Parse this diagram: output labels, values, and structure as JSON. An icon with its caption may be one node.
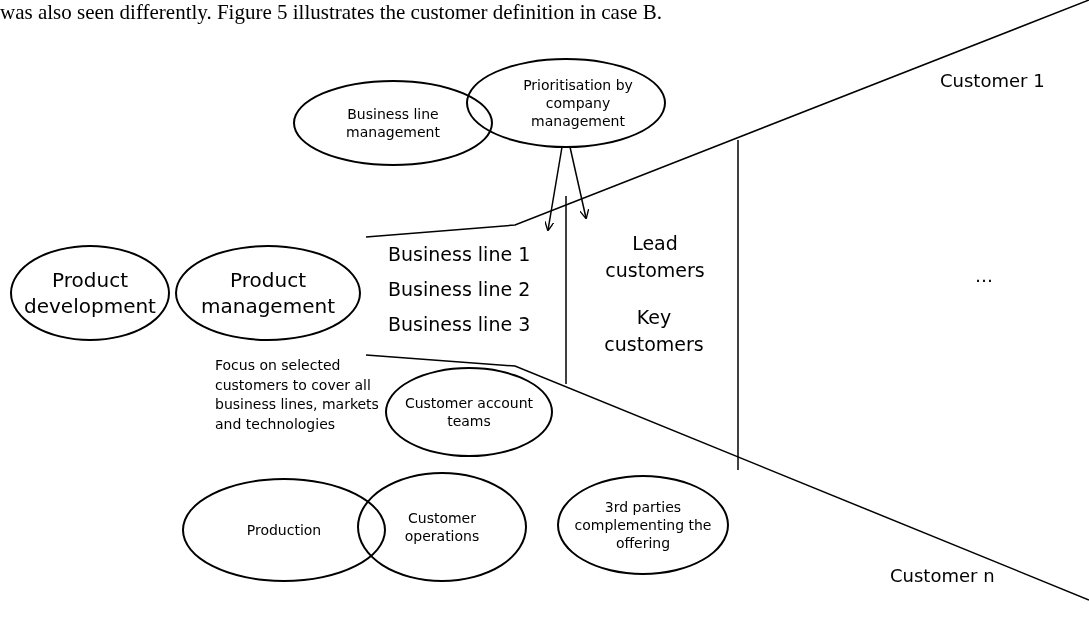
{
  "diagram": {
    "caption": "was also seen differently. Figure 5 illustrates the customer definition in case B.",
    "nodes": [
      {
        "text": [
          "Business line management"
        ]
      },
      {
        "text": [
          "Prioritisation by company management"
        ]
      },
      {
        "text": [
          "Product development"
        ]
      },
      {
        "text": [
          "Product management"
        ]
      },
      {
        "text": [
          "Customer account teams"
        ]
      },
      {
        "text": [
          "Production"
        ]
      },
      {
        "text": [
          "Customer operations"
        ]
      },
      {
        "text": [
          "3rd parties complementing the offering"
        ]
      }
    ],
    "edges": [
      {
        "from": 1,
        "to": null,
        "arrow": "to"
      },
      {
        "from": 1,
        "to": null,
        "arrow": "to"
      }
    ],
    "labels": [
      "Customer 1",
      "Business line 1",
      "Lead customers",
      "Business line 2",
      "…",
      "Business line 3",
      "Key customers",
      "Focus on selected customers to cover all business lines, markets and technologies",
      "Customer n"
    ]
  }
}
